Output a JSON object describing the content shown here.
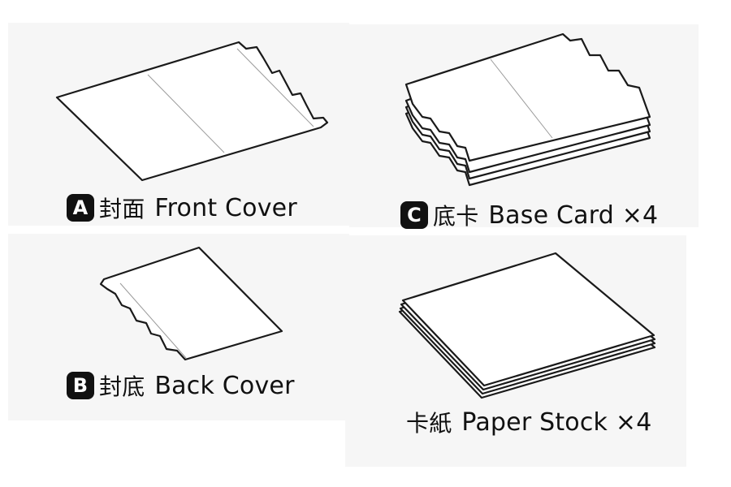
{
  "items": [
    {
      "badge": "A",
      "zh": "封面",
      "en": "Front Cover"
    },
    {
      "badge": "C",
      "zh": "底卡",
      "en": "Base Card ×4"
    },
    {
      "badge": "B",
      "zh": "封底",
      "en": "Back Cover"
    },
    {
      "badge": "",
      "zh": "卡紙",
      "en": "Paper Stock ×4"
    }
  ],
  "colors": {
    "ink": "#111111",
    "panel": "#f6f6f6",
    "paper": "#ffffff"
  }
}
